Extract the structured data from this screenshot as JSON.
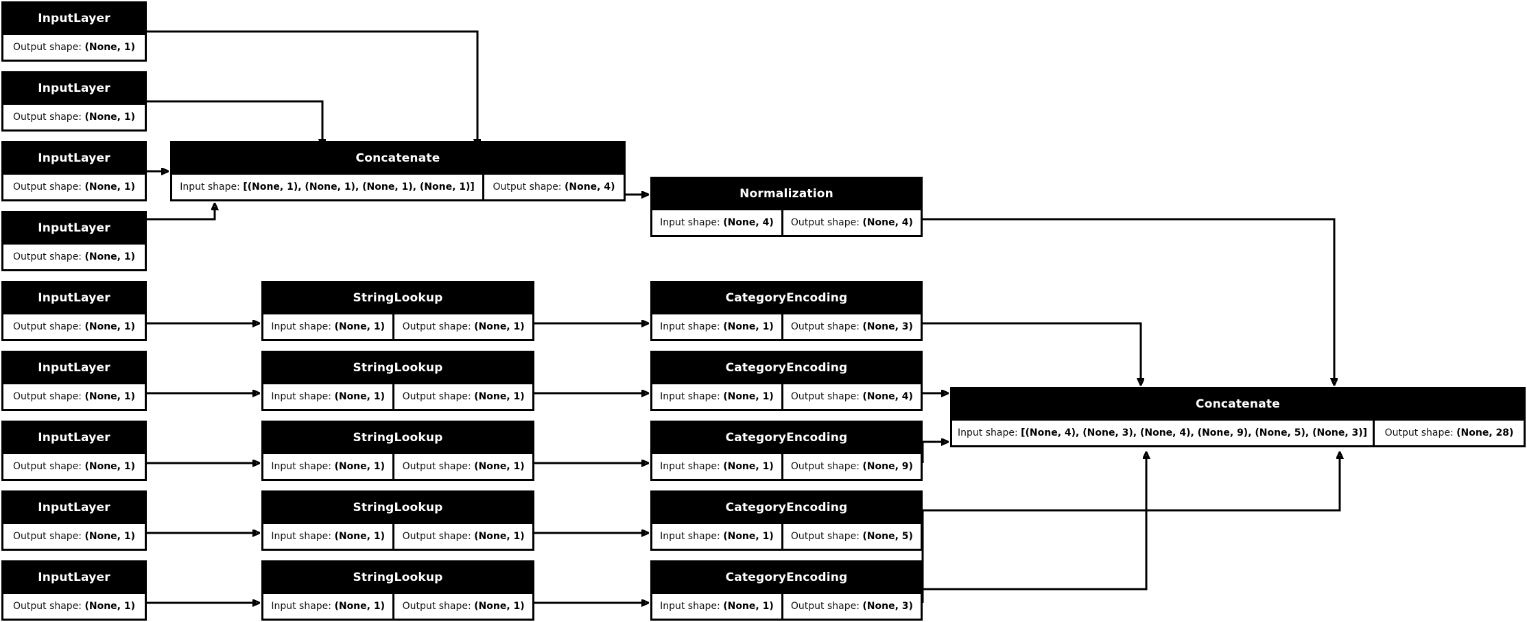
{
  "diagram": {
    "title": "Keras functional model graph",
    "background_color": "#ffffff",
    "node_header_color": "#000000",
    "node_header_text_color": "#ffffff",
    "node_body_color": "#ffffff",
    "edge_color": "#000000",
    "labels": {
      "input_shape_prefix": "Input shape:",
      "output_shape_prefix": "Output shape:"
    }
  },
  "numeric_inputs": [
    {
      "type": "InputLayer",
      "output_shape": "(None, 1)"
    },
    {
      "type": "InputLayer",
      "output_shape": "(None, 1)"
    },
    {
      "type": "InputLayer",
      "output_shape": "(None, 1)"
    },
    {
      "type": "InputLayer",
      "output_shape": "(None, 1)"
    }
  ],
  "numeric_concat": {
    "type": "Concatenate",
    "input_shape": "[(None, 1), (None, 1), (None, 1), (None, 1)]",
    "output_shape": "(None, 4)"
  },
  "normalization": {
    "type": "Normalization",
    "input_shape": "(None, 4)",
    "output_shape": "(None, 4)"
  },
  "categorical_rows": [
    {
      "input": {
        "type": "InputLayer",
        "output_shape": "(None, 1)"
      },
      "lookup": {
        "type": "StringLookup",
        "input_shape": "(None, 1)",
        "output_shape": "(None, 1)"
      },
      "encode": {
        "type": "CategoryEncoding",
        "input_shape": "(None, 1)",
        "output_shape": "(None, 3)"
      }
    },
    {
      "input": {
        "type": "InputLayer",
        "output_shape": "(None, 1)"
      },
      "lookup": {
        "type": "StringLookup",
        "input_shape": "(None, 1)",
        "output_shape": "(None, 1)"
      },
      "encode": {
        "type": "CategoryEncoding",
        "input_shape": "(None, 1)",
        "output_shape": "(None, 4)"
      }
    },
    {
      "input": {
        "type": "InputLayer",
        "output_shape": "(None, 1)"
      },
      "lookup": {
        "type": "StringLookup",
        "input_shape": "(None, 1)",
        "output_shape": "(None, 1)"
      },
      "encode": {
        "type": "CategoryEncoding",
        "input_shape": "(None, 1)",
        "output_shape": "(None, 9)"
      }
    },
    {
      "input": {
        "type": "InputLayer",
        "output_shape": "(None, 1)"
      },
      "lookup": {
        "type": "StringLookup",
        "input_shape": "(None, 1)",
        "output_shape": "(None, 1)"
      },
      "encode": {
        "type": "CategoryEncoding",
        "input_shape": "(None, 1)",
        "output_shape": "(None, 5)"
      }
    },
    {
      "input": {
        "type": "InputLayer",
        "output_shape": "(None, 1)"
      },
      "lookup": {
        "type": "StringLookup",
        "input_shape": "(None, 1)",
        "output_shape": "(None, 1)"
      },
      "encode": {
        "type": "CategoryEncoding",
        "input_shape": "(None, 1)",
        "output_shape": "(None, 3)"
      }
    }
  ],
  "final_concat": {
    "type": "Concatenate",
    "input_shape": "[(None, 4), (None, 3), (None, 4), (None, 9), (None, 5), (None, 3)]",
    "output_shape": "(None, 28)"
  }
}
